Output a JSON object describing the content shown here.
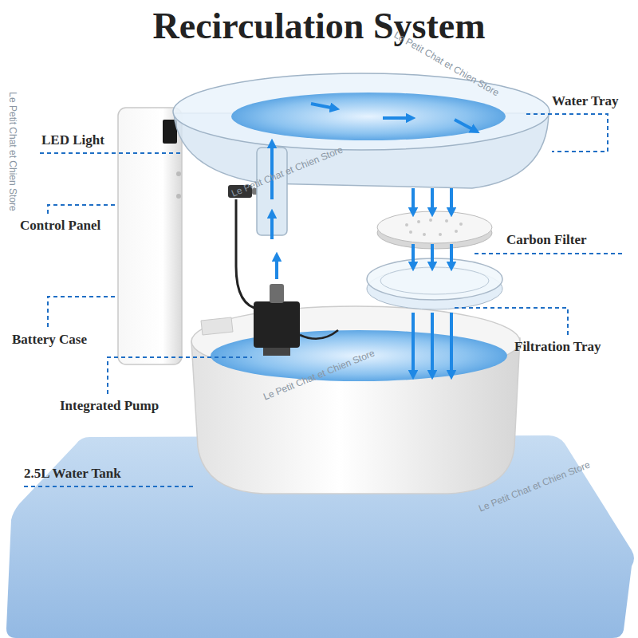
{
  "diagram": {
    "title": "Recirculation System",
    "labels": [
      "Water Tray",
      "LED Light",
      "Control Panel",
      "Carbon Filter",
      "Battery Case",
      "Filtration Tray",
      "Integrated Pump",
      "2.5L Water Tank",
      "Le Petit Chat et Chien Store",
      "Le Petit Chat et Chien Store",
      "Le Petit Chat et Chien Store",
      "Le Petit Chat et Chien Store",
      "Le Petit Chat et Chien Store"
    ]
  }
}
